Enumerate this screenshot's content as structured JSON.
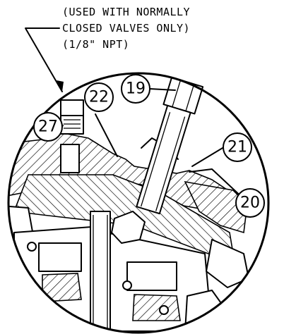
{
  "note": {
    "lines": [
      "(USED WITH NORMALLY",
      "CLOSED VALVES ONLY)",
      "(1/8\" NPT)"
    ]
  },
  "callouts": [
    {
      "id": "c19",
      "label": "19"
    },
    {
      "id": "c22",
      "label": "22"
    },
    {
      "id": "c27",
      "label": "27"
    },
    {
      "id": "c21",
      "label": "21"
    },
    {
      "id": "c20",
      "label": "20"
    }
  ]
}
